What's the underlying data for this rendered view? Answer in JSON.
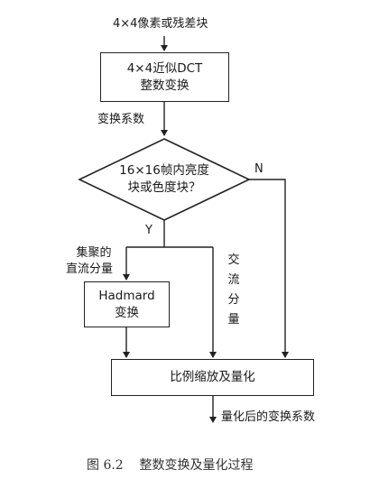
{
  "nodes": {
    "input_label": "4×4像素或残差块",
    "dct_box": {
      "line1": "4×4近似DCT",
      "line2": "整数变换"
    },
    "transform_coeff_label": "变换系数",
    "decision": {
      "line1": "16×16帧内亮度",
      "line2": "块或色度块？"
    },
    "no_label": "N",
    "yes_label": "Y",
    "dc_label": {
      "line1": "集聚的",
      "line2": "直流分量"
    },
    "ac_label": [
      "交",
      "流",
      "分",
      "量"
    ],
    "hadamard_box": {
      "line1": "Hadmard",
      "line2": "变换"
    },
    "scale_box": "比例缩放及量化",
    "output_label": "量化后的变换系数"
  },
  "caption": "图 6.2    整数变换及量化过程"
}
